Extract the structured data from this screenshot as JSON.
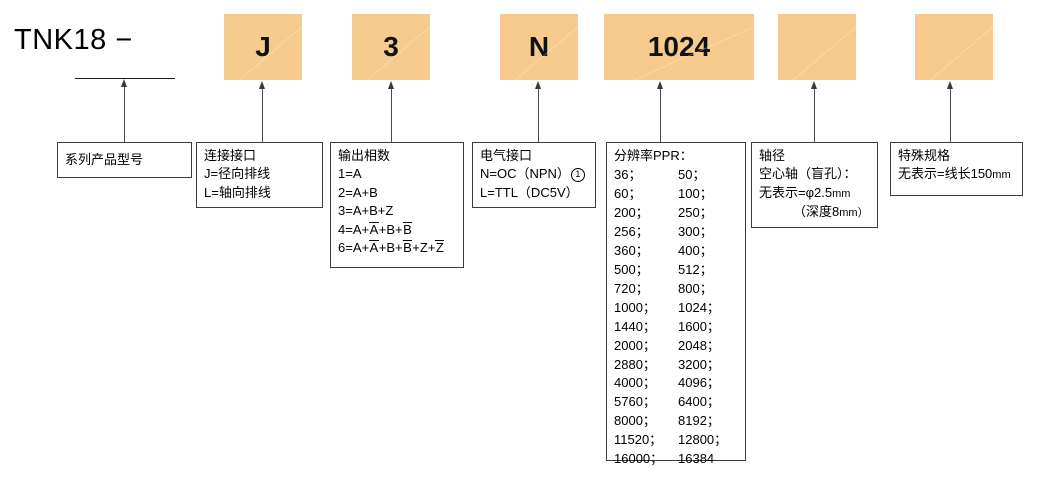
{
  "model": {
    "prefix": "TNK18 −",
    "tiles": [
      {
        "name": "connection-interface",
        "value": "J"
      },
      {
        "name": "output-phase",
        "value": "3"
      },
      {
        "name": "electrical-interface",
        "value": "N"
      },
      {
        "name": "resolution-ppr",
        "value": "1024"
      },
      {
        "name": "shaft-diameter",
        "value": ""
      },
      {
        "name": "special-spec",
        "value": ""
      }
    ]
  },
  "boxes": {
    "series": {
      "title": "系列产品型号"
    },
    "connection": {
      "title": "连接接口",
      "lines": [
        "J=径向排线",
        "L=轴向排线"
      ]
    },
    "output": {
      "title": "输出相数",
      "l1": "1=A",
      "l2": "2=A+B",
      "l3": "3=A+B+Z",
      "l4_pre": "4=A+",
      "l4_a": "A",
      "l4_mid": "+B+",
      "l4_b": "B",
      "l6_pre": "6=A+",
      "l6_a": "A",
      "l6_mid1": "+B+",
      "l6_b": "B",
      "l6_mid2": "+Z+",
      "l6_z": "Z"
    },
    "electrical": {
      "title": "电气接口",
      "npn_pre": "N=OC（NPN）",
      "npn_mark": "1",
      "ttl": "L=TTL（DC5V）"
    },
    "ppr": {
      "title": "分辨率PPR：",
      "col_left": [
        "36；",
        "60；",
        "200；",
        "256；",
        "360；",
        "500；",
        "720；",
        "1000；",
        "1440；",
        "2000；",
        "2880；",
        "4000；",
        "5760；",
        "8000；",
        "11520；",
        "16000；"
      ],
      "col_right": [
        "50；",
        "100；",
        "250；",
        "300；",
        "400；",
        "512；",
        "800；",
        "1024；",
        "1600；",
        "2048；",
        "3200；",
        "4096；",
        "6400；",
        "8192；",
        "12800；",
        "16384"
      ]
    },
    "shaft": {
      "title": "轴径",
      "l1": "空心轴（盲孔）：",
      "l2_pre": "无表示=φ2.5",
      "l2_unit": "mm",
      "l3_pre": "（深度",
      "l3_num": "8",
      "l3_unit": "mm）"
    },
    "special": {
      "title": "特殊规格",
      "l1_pre": "无表示=线长150",
      "l1_unit": "mm"
    }
  },
  "colors": {
    "tile": "#f6cb8d",
    "line": "#3c3c3c",
    "text": "#000000"
  }
}
